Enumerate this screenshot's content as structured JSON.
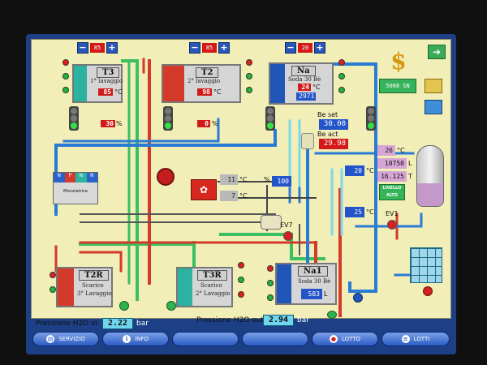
{
  "tanks": {
    "t3": {
      "title": "T3",
      "subtitle": "1° lavaggio",
      "temp": "85",
      "temp_unit": "°C",
      "pct": "30",
      "pct_unit": "%",
      "setpoint": "85"
    },
    "t2": {
      "title": "T2",
      "subtitle": "2° lavaggio",
      "temp": "98",
      "temp_unit": "°C",
      "pct": "0",
      "pct_unit": "%",
      "setpoint": "85"
    },
    "na": {
      "title": "Na",
      "subtitle": "Soda 30 Bè",
      "temp": "24",
      "temp_unit": "°C",
      "level": "2971",
      "setpoint": "20"
    },
    "t2r": {
      "title": "T2R",
      "line1": "Scarico",
      "line2": "3° Lavaggio"
    },
    "t3r": {
      "title": "T3R",
      "line1": "Scarico",
      "line2": "2° Lavaggio"
    },
    "na1": {
      "title": "Na1",
      "subtitle": "Soda 30 Bè",
      "level": "583",
      "level_unit": "L"
    }
  },
  "stepper": {
    "minus": "−",
    "plus": "+"
  },
  "be": {
    "set_label": "Be set",
    "set_value": "30.00",
    "act_label": "Be act",
    "act_value": "29.98"
  },
  "temps": {
    "upper": "11",
    "lower": "7",
    "unit": "°C",
    "flow_pct_label": "%",
    "flow_pct": "100",
    "right_a": "20",
    "right_b": "25"
  },
  "storage": {
    "temp": "26",
    "temp_unit": "°C",
    "volume": "10750",
    "volume_unit": "L",
    "mass": "16.125",
    "mass_unit": "T",
    "level_line1": "LIVELLO",
    "level_line2": "ALTO"
  },
  "valves": {
    "ev7": "EV7",
    "ev1": "EV1"
  },
  "sn_label": "5008 SN",
  "mix_label": "Miscelatrice",
  "mix_slots": [
    "N",
    "P",
    "N",
    "N"
  ],
  "pressure": {
    "in_label": "Pressione H2O in",
    "in_value": "2.22",
    "in_unit": "bar",
    "out_label": "Pressione H2O out",
    "out_value": "2.94",
    "out_unit": "bar"
  },
  "nav": {
    "servizio": "SERVIZIO",
    "info": "INFO",
    "lotto": "LOTTO",
    "lotti": "LOTTI"
  },
  "icons": {
    "currency": "dollar-icon",
    "exit": "arrow-right-icon"
  },
  "colors": {
    "panel": "#f1eeb7",
    "frame": "#1c3f86",
    "hot": "#d33a2a",
    "water": "#2a7bd4",
    "green": "#3bbf63"
  }
}
